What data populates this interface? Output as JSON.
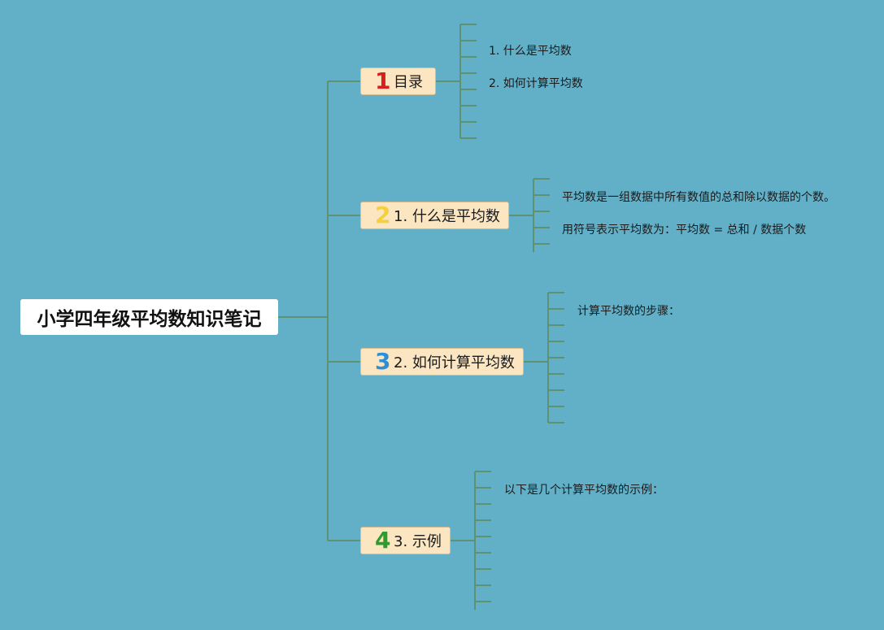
{
  "root": {
    "title": "小学四年级平均数知识笔记"
  },
  "branches": [
    {
      "number": "1",
      "number_color": "#d81e1e",
      "label": "目录",
      "leaves": [
        "1. 什么是平均数",
        "2. 如何计算平均数"
      ]
    },
    {
      "number": "2",
      "number_color": "#f4d03f",
      "label": "1. 什么是平均数",
      "leaves": [
        "平均数是一组数据中所有数值的总和除以数据的个数。",
        "用符号表示平均数为：平均数 = 总和 / 数据个数"
      ]
    },
    {
      "number": "3",
      "number_color": "#2e8fd6",
      "label": "2. 如何计算平均数",
      "leaves": [
        "计算平均数的步骤："
      ]
    },
    {
      "number": "4",
      "number_color": "#2e9b2e",
      "label": "3. 示例",
      "leaves": [
        "以下是几个计算平均数的示例："
      ]
    }
  ],
  "colors": {
    "background": "#62b0c8",
    "connector": "#5e9273",
    "branch_fill": "#fce6c2"
  }
}
